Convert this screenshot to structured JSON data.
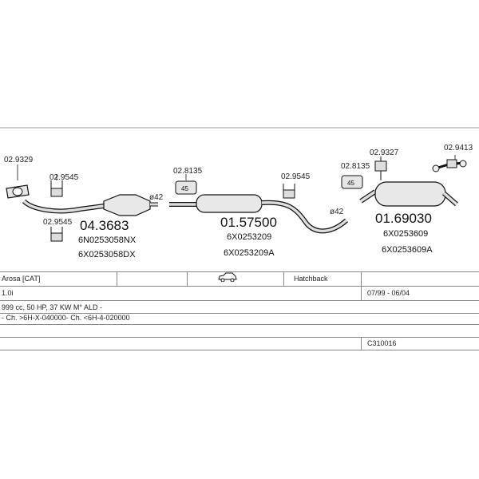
{
  "parts": {
    "p1": {
      "code": "02.9329"
    },
    "p2": {
      "code": "02.9545"
    },
    "p3": {
      "code": "02.9545"
    },
    "p4": {
      "code": "04.3683",
      "oem1": "6N0253058NX",
      "oem2": "6X0253058DX"
    },
    "p5": {
      "code": "02.8135"
    },
    "p6": {
      "code": "01.57500",
      "oem1": "6X0253209",
      "oem2": "6X0253209A"
    },
    "p7": {
      "code": "02.9545"
    },
    "p8": {
      "code": "02.8135"
    },
    "p9": {
      "code": "02.9327"
    },
    "p10": {
      "code": "02.9413"
    },
    "p11": {
      "code": "01.69030",
      "oem1": "6X0253609",
      "oem2": "6X0253609A"
    }
  },
  "diameters": {
    "d1": "ø42",
    "d2": "ø42"
  },
  "clamp_size": "45",
  "vehicle": {
    "model": "Arosa  [CAT]",
    "body": "Hatchback",
    "engine": "1.0i",
    "years": "07/99 - 06/04",
    "spec": "999 cc, 50 HP, 37 KW M° ALD -",
    "chassis": "- Ch. >6H-X-040000- Ch. <6H-4-020000",
    "catalog_no": "C310016"
  }
}
